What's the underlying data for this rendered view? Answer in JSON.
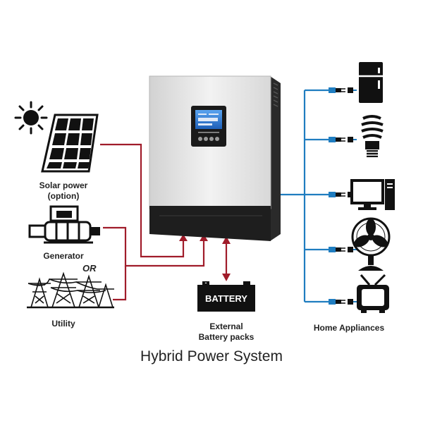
{
  "title": "Hybrid Power System",
  "sources": {
    "solar_label": "Solar power\n(option)",
    "generator_label": "Generator",
    "or_label": "OR",
    "utility_label": "Utility"
  },
  "battery": {
    "label": "External\nBattery packs",
    "badge": "BATTERY"
  },
  "appliances": {
    "label": "Home Appliances",
    "items": [
      "fridge-icon",
      "cfl-bulb-icon",
      "computer-icon",
      "fan-icon",
      "tv-icon"
    ]
  },
  "colors": {
    "input_wire": "#a01c2a",
    "output_wire": "#1f7dc0",
    "inverter_body": "#e4e4e4",
    "inverter_side": "#2a2a2a",
    "screen": "#2f7fd6"
  }
}
